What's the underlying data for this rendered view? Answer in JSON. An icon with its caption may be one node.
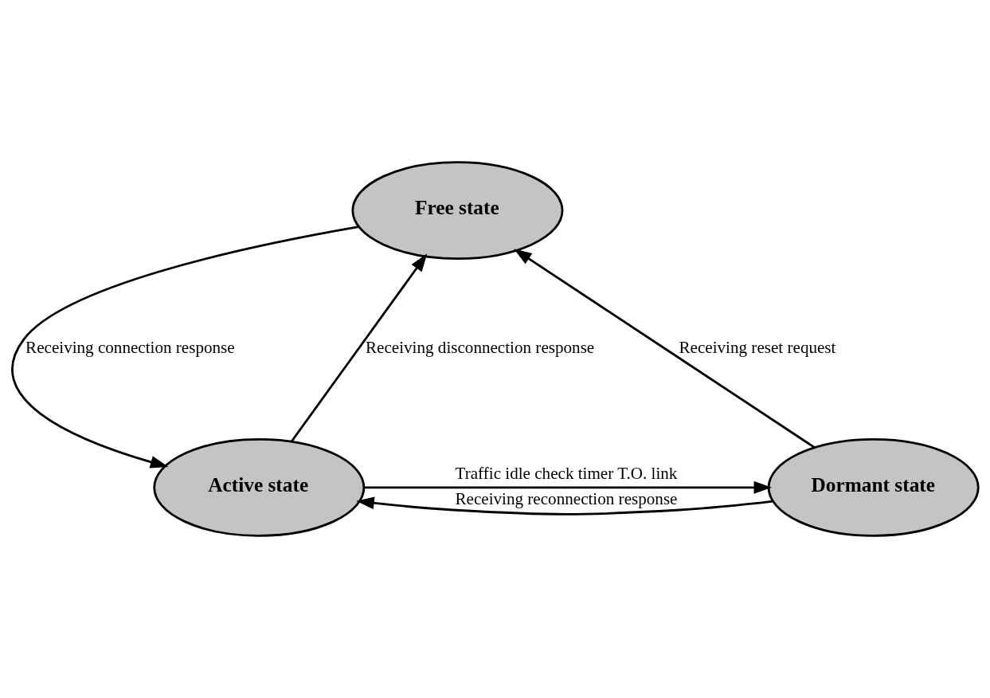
{
  "diagram": {
    "nodes": [
      {
        "text": [
          "Free state"
        ]
      },
      {
        "text": [
          "Active state"
        ]
      },
      {
        "text": [
          "Dormant state"
        ]
      }
    ],
    "edges": [
      {
        "from": 0,
        "to": 1,
        "arrow": "to",
        "label": "Receiving connection response"
      },
      {
        "from": 1,
        "to": 0,
        "arrow": "to",
        "label": "Receiving disconnection response"
      },
      {
        "from": 2,
        "to": 0,
        "arrow": "to",
        "label": "Receiving reset request"
      },
      {
        "from": 1,
        "to": 2,
        "arrow": "to",
        "label": "Traffic idle check timer T.O. link"
      },
      {
        "from": 2,
        "to": 1,
        "arrow": "to",
        "label": "Receiving reconnection response"
      }
    ]
  }
}
